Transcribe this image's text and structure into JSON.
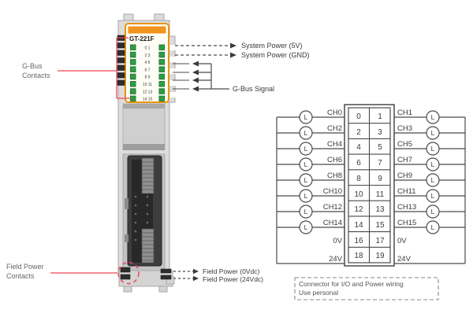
{
  "module": {
    "model": "GT-221F",
    "led_rows": [
      "0 1",
      "2 3",
      "4 5",
      "6 7",
      "8 9",
      "10 11",
      "12 13",
      "14 15"
    ]
  },
  "callouts": {
    "gbus_contacts_line1": "G-Bus",
    "gbus_contacts_line2": "Contacts",
    "field_contacts_line1": "Field Power",
    "field_contacts_line2": "Contacts",
    "system_power_5v": "System Power (5V)",
    "system_power_gnd": "System Power (GND)",
    "gbus_signal": "G-Bus Signal",
    "field_power_0v": "Field Power (0Vdc)",
    "field_power_24v": "Field Power (24Vdc)"
  },
  "wiring": {
    "load_symbol": "L",
    "left_labels": [
      "CH0",
      "CH2",
      "CH4",
      "CH6",
      "CH8",
      "CH10",
      "CH12",
      "CH14",
      "0V",
      "24V"
    ],
    "right_labels": [
      "CH1",
      "CH3",
      "CH5",
      "CH7",
      "CH9",
      "CH11",
      "CH13",
      "CH15",
      "0V",
      "24V"
    ],
    "pins_left": [
      "0",
      "2",
      "4",
      "6",
      "8",
      "10",
      "12",
      "14",
      "16",
      "18"
    ],
    "pins_right": [
      "1",
      "3",
      "5",
      "7",
      "9",
      "11",
      "13",
      "15",
      "17",
      "19"
    ]
  },
  "note": {
    "line1": "Connector for I/O and Power wiring",
    "line2": "Use personal"
  },
  "colors": {
    "accent_orange": "#f0941f",
    "led_green": "#2f9e44",
    "callout_red": "#ee4658"
  }
}
